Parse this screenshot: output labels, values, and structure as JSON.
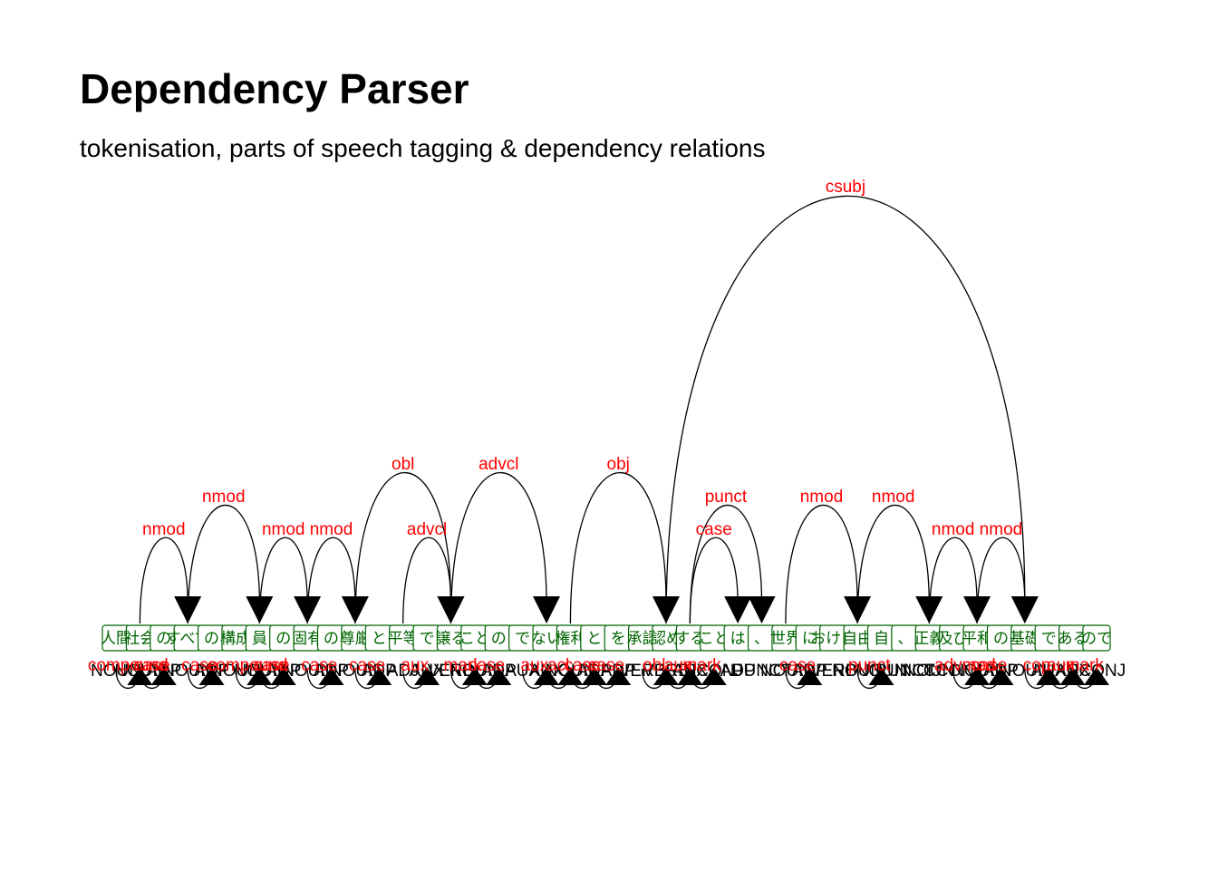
{
  "title": "Dependency Parser",
  "subtitle": "tokenisation, parts of speech tagging & dependency relations",
  "tokens": [
    {
      "text": "人間",
      "pos": "NOUN"
    },
    {
      "text": "社会",
      "pos": "NOUN"
    },
    {
      "text": "の",
      "pos": "ADP"
    },
    {
      "text": "すべて",
      "pos": "NOUN"
    },
    {
      "text": "の",
      "pos": "ADP"
    },
    {
      "text": "構成",
      "pos": "NOUN"
    },
    {
      "text": "員",
      "pos": "NOUN"
    },
    {
      "text": "の",
      "pos": "ADP"
    },
    {
      "text": "固有",
      "pos": "NOUN"
    },
    {
      "text": "の",
      "pos": "ADP"
    },
    {
      "text": "尊厳",
      "pos": "NOUN"
    },
    {
      "text": "と",
      "pos": "ADP"
    },
    {
      "text": "平等",
      "pos": "ADJ"
    },
    {
      "text": "で",
      "pos": "AUX"
    },
    {
      "text": "譲る",
      "pos": "VERB"
    },
    {
      "text": "こと",
      "pos": "NOUN"
    },
    {
      "text": "の",
      "pos": "ADP"
    },
    {
      "text": "で",
      "pos": "AUX"
    },
    {
      "text": "ない",
      "pos": "AUX"
    },
    {
      "text": "権利",
      "pos": "NOUN"
    },
    {
      "text": "と",
      "pos": "ADP"
    },
    {
      "text": "を",
      "pos": "ADP"
    },
    {
      "text": "承認",
      "pos": "VERB"
    },
    {
      "text": "認め",
      "pos": "VERB"
    },
    {
      "text": "する",
      "pos": "AUX"
    },
    {
      "text": "こと",
      "pos": "SCONJ"
    },
    {
      "text": "は",
      "pos": "ADP"
    },
    {
      "text": "、",
      "pos": "PUNCT"
    },
    {
      "text": "世界",
      "pos": "NOUN"
    },
    {
      "text": "に",
      "pos": "ADP"
    },
    {
      "text": "おける",
      "pos": "VERB"
    },
    {
      "text": "自由",
      "pos": "NOUN"
    },
    {
      "text": "自",
      "pos": "NOUN"
    },
    {
      "text": "、",
      "pos": "PUNCT"
    },
    {
      "text": "正義",
      "pos": "NOUN"
    },
    {
      "text": "及び",
      "pos": "CCONJ"
    },
    {
      "text": "平和",
      "pos": "NOUN"
    },
    {
      "text": "の",
      "pos": "ADP"
    },
    {
      "text": "基礎",
      "pos": "NOUN"
    },
    {
      "text": "で",
      "pos": "AUX"
    },
    {
      "text": "ある",
      "pos": "AUX"
    },
    {
      "text": "ので",
      "pos": "SCONJ"
    }
  ],
  "arcs": [
    {
      "from": 0,
      "to": 1,
      "label": "compound"
    },
    {
      "from": 1,
      "to": 2,
      "label": "case"
    },
    {
      "from": 1,
      "to": 3,
      "label": "nmod"
    },
    {
      "from": 3,
      "to": 4,
      "label": "case"
    },
    {
      "from": 3,
      "to": 6,
      "label": "nmod"
    },
    {
      "from": 5,
      "to": 6,
      "label": "compound"
    },
    {
      "from": 6,
      "to": 7,
      "label": "case"
    },
    {
      "from": 6,
      "to": 8,
      "label": "nmod"
    },
    {
      "from": 8,
      "to": 9,
      "label": "case"
    },
    {
      "from": 8,
      "to": 10,
      "label": "nmod"
    },
    {
      "from": 10,
      "to": 11,
      "label": "case"
    },
    {
      "from": 12,
      "to": 13,
      "label": "aux"
    },
    {
      "from": 10,
      "to": 14,
      "label": "obl"
    },
    {
      "from": 12,
      "to": 14,
      "label": "advcl"
    },
    {
      "from": 14,
      "to": 15,
      "label": "mark"
    },
    {
      "from": 15,
      "to": 16,
      "label": "case"
    },
    {
      "from": 14,
      "to": 18,
      "label": "advcl"
    },
    {
      "from": 17,
      "to": 18,
      "label": "aux"
    },
    {
      "from": 18,
      "to": 19,
      "label": "acl"
    },
    {
      "from": 19,
      "to": 20,
      "label": "case"
    },
    {
      "from": 20,
      "to": 21,
      "label": "case"
    },
    {
      "from": 19,
      "to": 23,
      "label": "obj"
    },
    {
      "from": 22,
      "to": 23,
      "label": "obl"
    },
    {
      "from": 23,
      "to": 24,
      "label": "aux"
    },
    {
      "from": 24,
      "to": 25,
      "label": "mark"
    },
    {
      "from": 24,
      "to": 26,
      "label": "case"
    },
    {
      "from": 24,
      "to": 27,
      "label": "punct"
    },
    {
      "from": 28,
      "to": 29,
      "label": "case"
    },
    {
      "from": 28,
      "to": 31,
      "label": "nmod"
    },
    {
      "from": 31,
      "to": 32,
      "label": "punct"
    },
    {
      "from": 31,
      "to": 34,
      "label": "nmod"
    },
    {
      "from": 34,
      "to": 36,
      "label": "nmod"
    },
    {
      "from": 35,
      "to": 36,
      "label": "advmod"
    },
    {
      "from": 36,
      "to": 37,
      "label": "case"
    },
    {
      "from": 36,
      "to": 38,
      "label": "nmod"
    },
    {
      "from": 23,
      "to": 38,
      "label": "csubj"
    },
    {
      "from": 38,
      "to": 39,
      "label": "cop"
    },
    {
      "from": 39,
      "to": 40,
      "label": "aux"
    },
    {
      "from": 40,
      "to": 41,
      "label": "mark"
    }
  ]
}
